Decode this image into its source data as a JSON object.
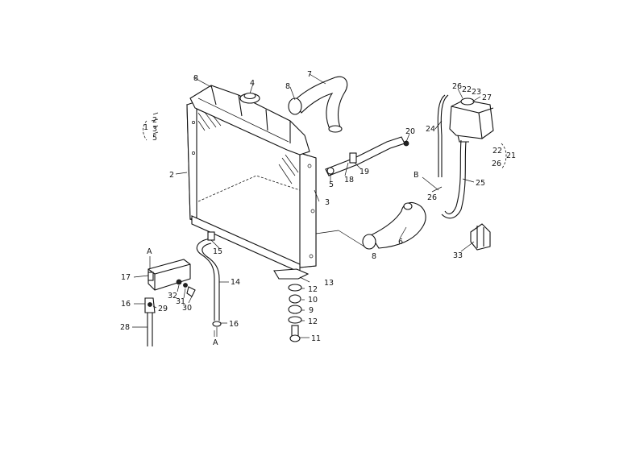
{
  "labels": {
    "l1": "1",
    "l2": "2",
    "l3": "3",
    "l4": "4",
    "l5": "5",
    "l6": "6",
    "l7": "7",
    "l8": "8",
    "l9": "9",
    "l10": "10",
    "l11": "11",
    "l12": "12",
    "l13": "13",
    "l14": "14",
    "l15": "15",
    "l16": "16",
    "l17": "17",
    "l18": "18",
    "l19": "19",
    "l20": "20",
    "l21": "21",
    "l22": "22",
    "l23": "23",
    "l24": "24",
    "l25": "25",
    "l26": "26",
    "l27": "27",
    "l28": "28",
    "l29": "29",
    "l30": "30",
    "l31": "31",
    "l32": "32",
    "l33": "33",
    "refA": "A",
    "refB": "B"
  }
}
